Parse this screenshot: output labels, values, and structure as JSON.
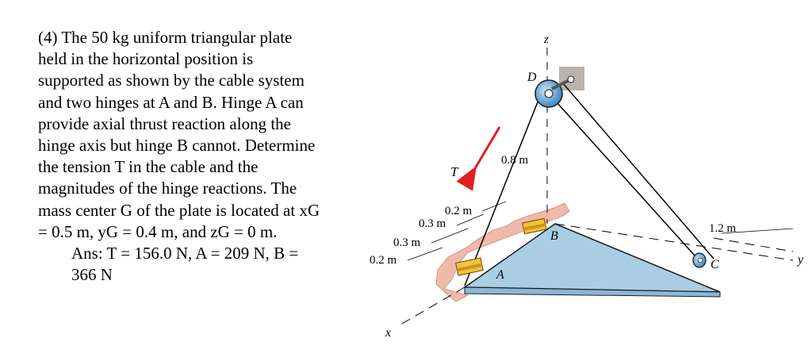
{
  "problem": {
    "lines": [
      "(4) The 50 kg uniform triangular plate",
      "held in the horizontal position is",
      "supported as shown by the cable system",
      "and two hinges at A and B. Hinge A can",
      "provide axial thrust reaction along the",
      "hinge axis but hinge B cannot. Determine",
      "the tension T in the cable and the",
      "magnitudes of the hinge reactions. The",
      "mass center G of the plate is located at xG",
      "= 0.5 m, yG = 0.4 m, and zG = 0 m."
    ],
    "answer_line1": "Ans: T = 156.0 N, A = 209 N, B =",
    "answer_line2": "366 N"
  },
  "figure": {
    "labels": {
      "z": "z",
      "D": "D",
      "T": "T",
      "dim_08": "0.8 m",
      "dim_02_top": "0.2 m",
      "dim_03_a": "0.3 m",
      "dim_03_b": "0.3 m",
      "dim_02_bottom": "0.2 m",
      "dim_12": "1.2 m",
      "B": "B",
      "A": "A",
      "C": "C",
      "y": "y",
      "x": "x"
    },
    "colors": {
      "plate": "#a9cde3",
      "wall": "#f1b9a9",
      "pulley": "#6fa8d6",
      "hinge": "#f3c13a",
      "tension_arrow": "#e02020"
    }
  }
}
